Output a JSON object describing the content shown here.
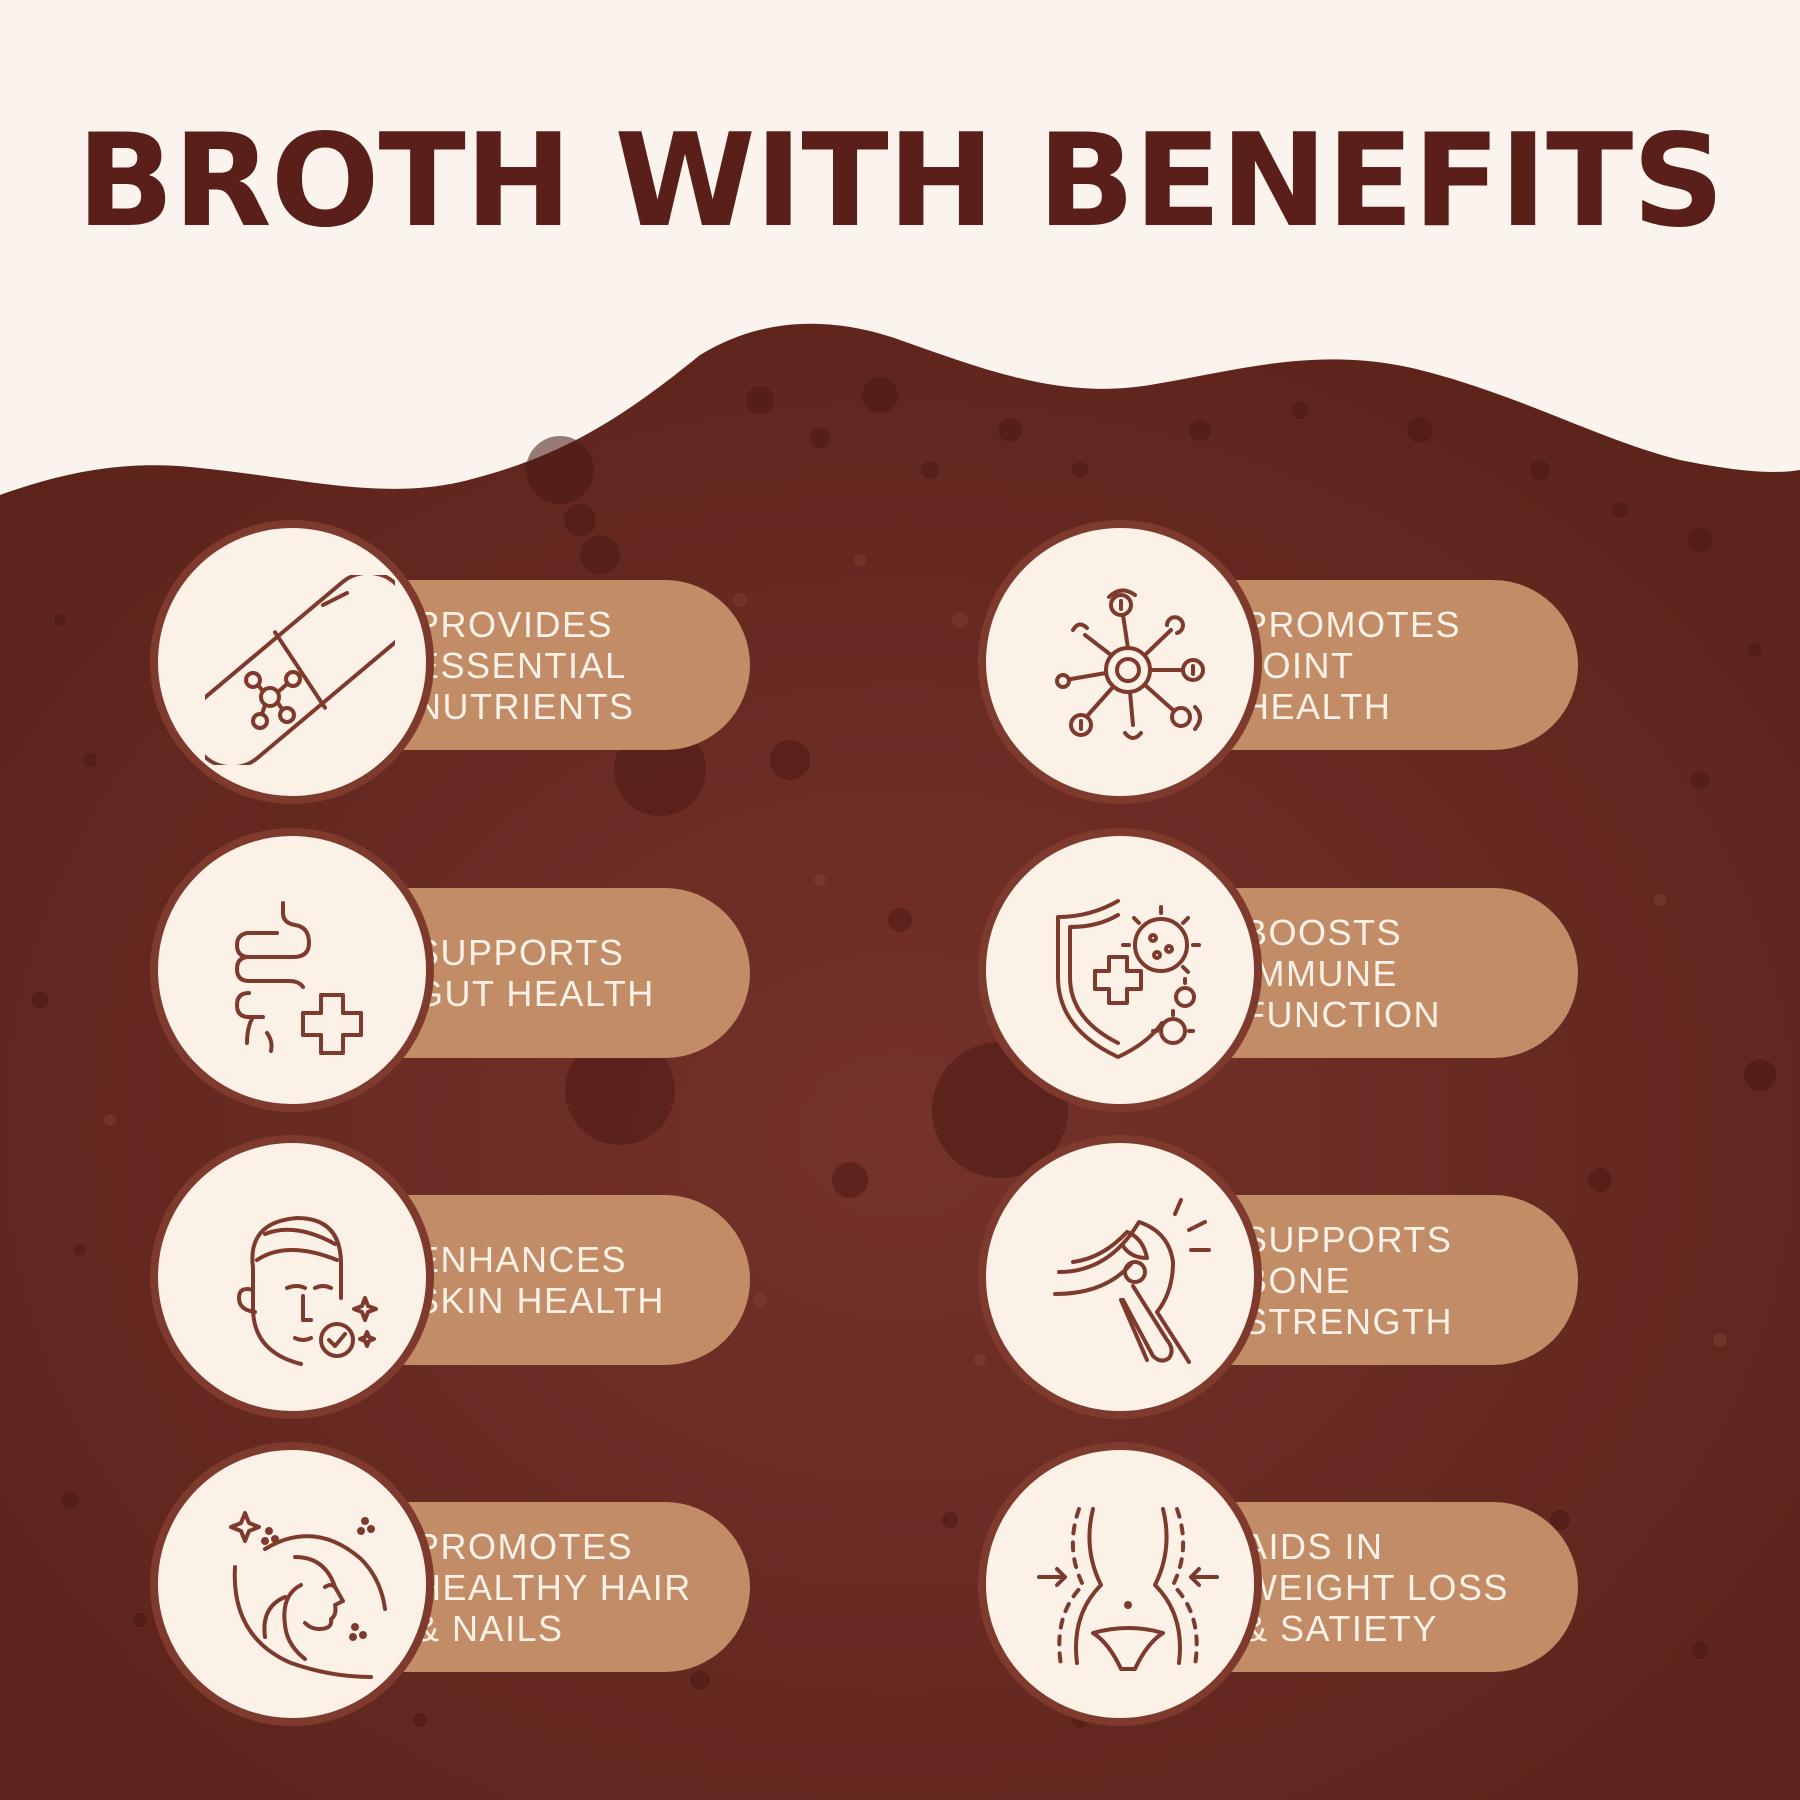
{
  "title": "BROTH WITH BENEFITS",
  "colors": {
    "background": "#fbf4ee",
    "broth": "#6a2c22",
    "pill": "#c28c66",
    "circle": "#fbf1e7",
    "ring": "#7e3a2c",
    "title": "#5a1f18"
  },
  "benefits": [
    {
      "lines": [
        "PROVIDES",
        "ESSENTIAL",
        "NUTRIENTS"
      ],
      "icon": "capsule-molecule-icon"
    },
    {
      "lines": [
        "PROMOTES",
        "JOINT",
        "HEALTH"
      ],
      "icon": "network-nodes-icon"
    },
    {
      "lines": [
        "SUPPORTS",
        "GUT HEALTH"
      ],
      "icon": "intestine-plus-icon"
    },
    {
      "lines": [
        "BOOSTS",
        "IMMUNE",
        "FUNCTION"
      ],
      "icon": "immune-shield-icon"
    },
    {
      "lines": [
        "ENHANCES",
        "SKIN HEALTH"
      ],
      "icon": "skin-care-face-icon"
    },
    {
      "lines": [
        "SUPPORTS",
        "BONE",
        "STRENGTH"
      ],
      "icon": "knee-joint-icon"
    },
    {
      "lines": [
        "PROMOTES",
        "HEALTHY HAIR",
        "& NAILS"
      ],
      "icon": "hair-profile-icon"
    },
    {
      "lines": [
        "AIDS IN",
        "WEIGHT LOSS",
        "& SATIETY"
      ],
      "icon": "waist-slimming-icon"
    }
  ]
}
